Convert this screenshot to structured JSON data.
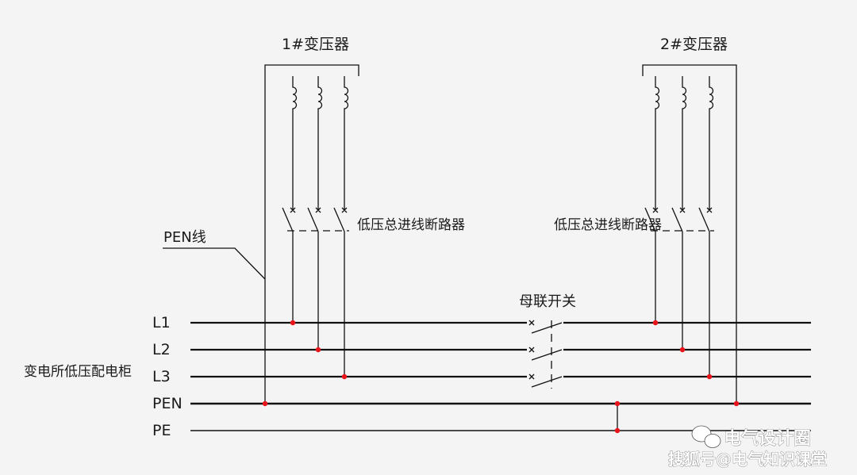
{
  "transformers": [
    {
      "label": "1#变压器",
      "breaker_label": "低压总进线断路器"
    },
    {
      "label": "2#变压器",
      "breaker_label": "低压总进线断路器"
    }
  ],
  "pen_line_label": "PEN线",
  "tie_switch_label": "母联开关",
  "cabinet_label": "变电所低压配电柜",
  "buses": [
    "L1",
    "L2",
    "L3",
    "PEN",
    "PE"
  ],
  "watermark": {
    "line1": "电气设计圈",
    "line2": "搜狐号@电气知识课堂"
  },
  "colors": {
    "line": "#111111",
    "node": "#e8141a",
    "background": "#f4f4f4"
  }
}
